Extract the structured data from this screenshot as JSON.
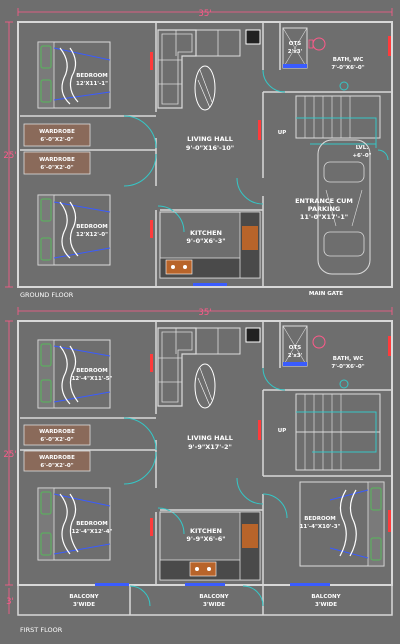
{
  "ground_floor": {
    "title": "GROUND FLOOR",
    "width_dim": "35'",
    "height_dim": "25'",
    "rooms": {
      "bedroom_top": {
        "name": "BEDROOM",
        "size": "12'X11'-1\""
      },
      "wardrobe_1": {
        "name": "WARDROBE",
        "size": "6'-0\"X2'-0\""
      },
      "wardrobe_2": {
        "name": "WARDROBE",
        "size": "6'-0\"X2'-0\""
      },
      "bedroom_bottom": {
        "name": "BEDROOM",
        "size": "12'X12'-0\""
      },
      "living_hall": {
        "name": "LIVING HALL",
        "size": "9'-0\"X16'-10\""
      },
      "kitchen": {
        "name": "KITCHEN",
        "size": "9'-0\"X6'-3\""
      },
      "ots": {
        "name": "OTS",
        "size": "2'x3'"
      },
      "bath": {
        "name": "BATH, WC",
        "size": "7'-0\"X6'-0\""
      },
      "stair_up": {
        "name": "UP"
      },
      "lvl": {
        "name": "LVL.",
        "size": "+6'-0\""
      },
      "parking": {
        "name": "ENTRANCE CUM",
        "name2": "PARKING",
        "size": "11'-0\"X17'-1\""
      },
      "main_gate": {
        "name": "MAIN GATE"
      }
    }
  },
  "first_floor": {
    "title": "FIRST FLOOR",
    "width_dim": "35'",
    "height_dim": "25'",
    "balcony_dim": "3'",
    "rooms": {
      "bedroom_top": {
        "name": "BEDROOM",
        "size": "12'-4\"X11'-5\""
      },
      "wardrobe_1": {
        "name": "WARDROBE",
        "size": "6'-0\"X2'-0\""
      },
      "wardrobe_2": {
        "name": "WARDROBE",
        "size": "6'-0\"X2'-0\""
      },
      "bedroom_bottom": {
        "name": "BEDROOM",
        "size": "12'-4\"X12'-4\""
      },
      "living_hall": {
        "name": "LIVING HALL",
        "size": "9'-9\"X17'-2\""
      },
      "kitchen": {
        "name": "KITCHEN",
        "size": "9'-9\"X6'-6\""
      },
      "ots": {
        "name": "OTS",
        "size": "2'x3'"
      },
      "bath": {
        "name": "BATH, WC",
        "size": "7'-0\"X6'-0\""
      },
      "stair_up": {
        "name": "UP"
      },
      "bedroom_right": {
        "name": "BEDROOM",
        "size": "11'-4\"X10'-3\""
      },
      "balcony_1": {
        "name": "BALCONY",
        "size": "3'WIDE"
      },
      "balcony_2": {
        "name": "BALCONY",
        "size": "3'WIDE"
      },
      "balcony_3": {
        "name": "BALCONY",
        "size": "3'WIDE"
      }
    }
  },
  "colors": {
    "background": "#6e6e6e",
    "wall": "#d8d8d8",
    "dimension": "#ff5a8a",
    "wardrobe_fill": "#8a6a5a",
    "window": "#3a5cff",
    "door_arc": "#35c7c7",
    "bed_accent": "#56b85a",
    "kitchen_counter": "#b8642a"
  }
}
